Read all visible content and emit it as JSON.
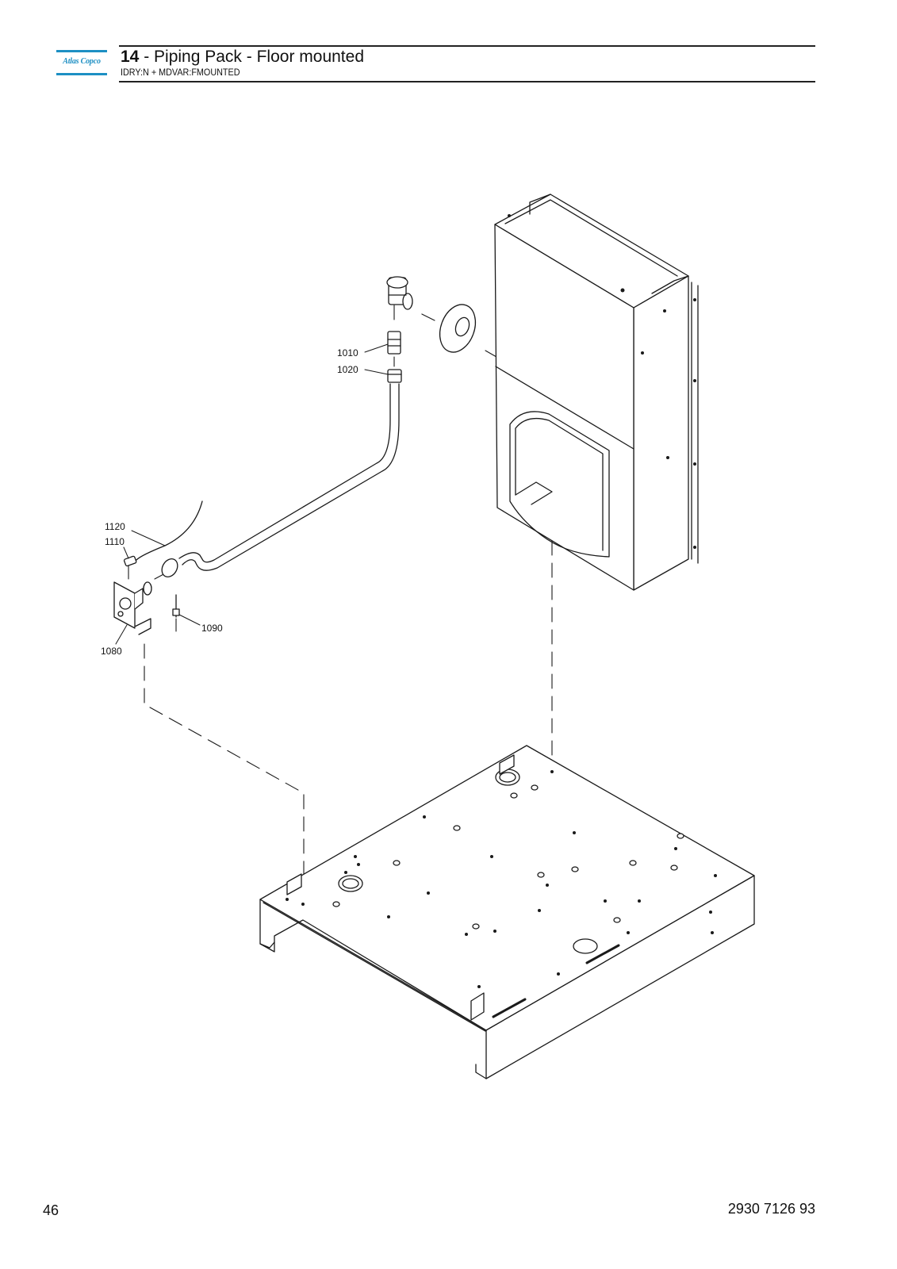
{
  "header": {
    "logo_text": "Atlas Copco",
    "section_number": "14",
    "title": "- Piping Pack - Floor mounted",
    "subtitle": "IDRY:N + MDVAR:FMOUNTED"
  },
  "callouts": {
    "c1010": "1010",
    "c1020": "1020",
    "c1120": "1120",
    "c1110": "1110",
    "c1090": "1090",
    "c1080": "1080"
  },
  "footer": {
    "page_number": "46",
    "document_number": "2930 7126 93"
  }
}
